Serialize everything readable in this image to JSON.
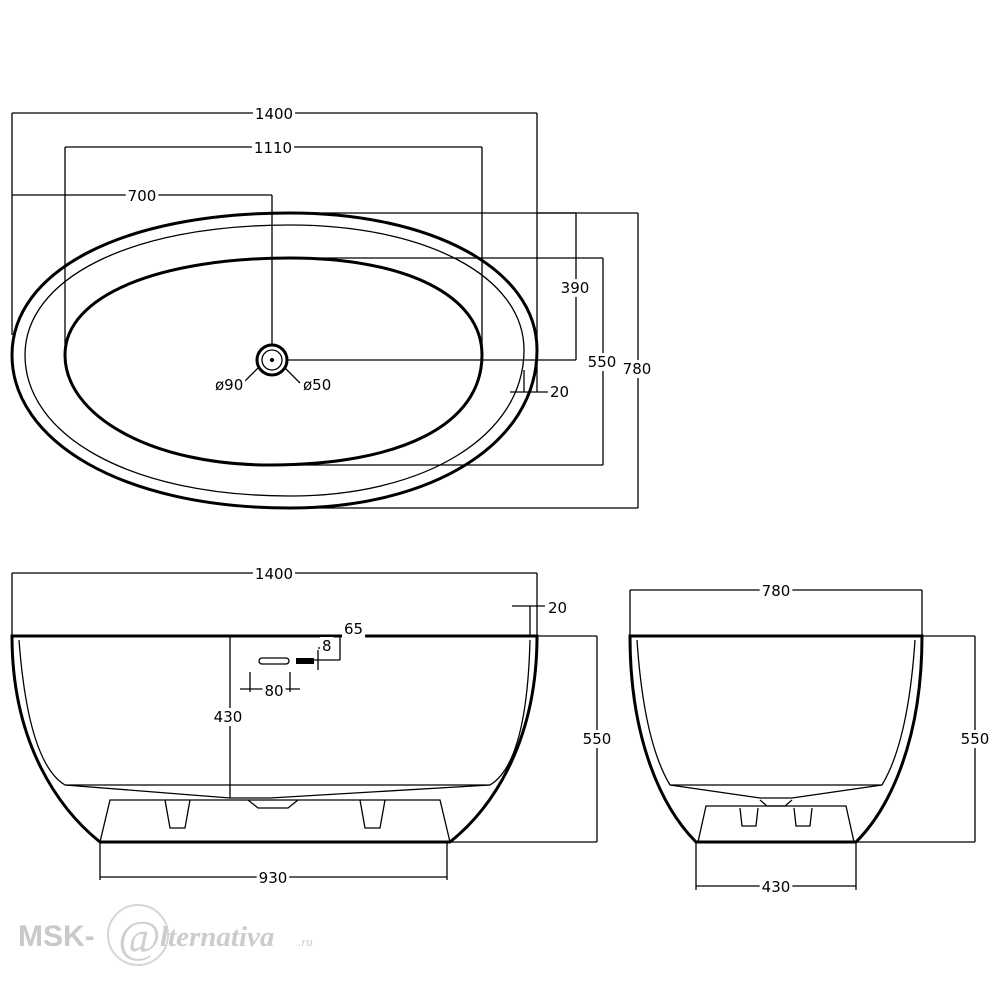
{
  "top_view": {
    "overall_length": "1400",
    "inner_length": "1110",
    "drain_offset_x": "700",
    "drain_offset_y": "390",
    "inner_width": "550",
    "overall_width": "780",
    "rim_thickness": "20",
    "drain_outer_diameter": "ø90",
    "drain_inner_diameter": "ø50"
  },
  "front_view": {
    "overall_length": "1400",
    "rim_thickness": "20",
    "overflow_offset": "65",
    "overflow_height": "8",
    "overflow_length": "80",
    "inner_depth": "430",
    "overall_height": "550",
    "base_length": "930"
  },
  "side_view": {
    "overall_width": "780",
    "overall_height": "550",
    "base_width": "430"
  },
  "watermark": {
    "prefix": "MSK-",
    "at_glyph": "@",
    "suffix": "lternativa",
    "tld": ".ru"
  }
}
